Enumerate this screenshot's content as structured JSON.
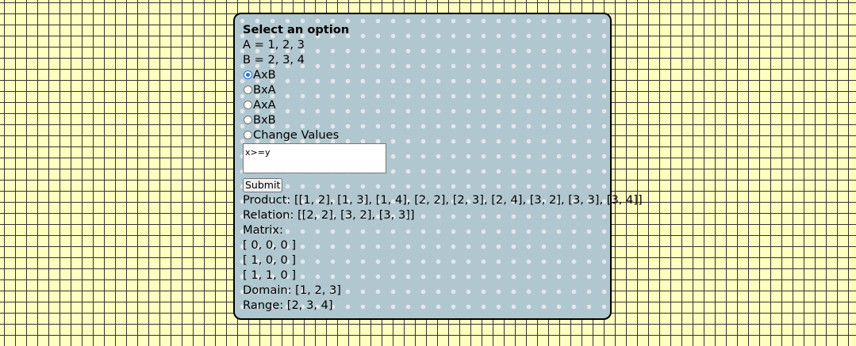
{
  "form": {
    "title": "Select an option",
    "set_a": "A = 1, 2, 3",
    "set_b": "B = 2, 3, 4",
    "options": [
      {
        "label": "AxB",
        "checked": true
      },
      {
        "label": "BxA",
        "checked": false
      },
      {
        "label": "AxA",
        "checked": false
      },
      {
        "label": "BxB",
        "checked": false
      },
      {
        "label": "Change Values",
        "checked": false
      }
    ],
    "relation_value": "x>=y",
    "submit_label": "Submit"
  },
  "results": {
    "product": "Product: [[1, 2], [1, 3], [1, 4], [2, 2], [2, 3], [2, 4], [3, 2], [3, 3], [3, 4]]",
    "relation": "Relation: [[2, 2], [3, 2], [3, 3]]",
    "matrix_label": "Matrix:",
    "matrix_rows": [
      "[ 0, 0, 0 ]",
      "[ 1, 0, 0 ]",
      "[ 1, 1, 0 ]"
    ],
    "domain": "Domain: [1, 2, 3]",
    "range": "Range: [2, 3, 4]"
  },
  "colors": {
    "page_background": "#ffffc0",
    "panel_background": "#b1c7cf",
    "radio_accent": "#1a73e8"
  }
}
